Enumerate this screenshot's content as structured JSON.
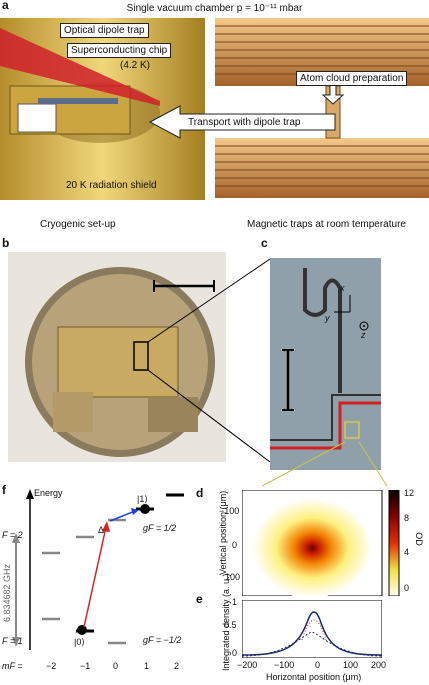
{
  "panels": {
    "a": "a",
    "b": "b",
    "c": "c",
    "d": "d",
    "e": "e",
    "f": "f"
  },
  "a": {
    "vacuum_title": "Single vacuum chamber p = 10⁻¹¹ mbar",
    "dipole_trap": "Optical dipole trap",
    "chip": "Superconducting chip",
    "temperature": "(4.2 K)",
    "atom_prep": "Atom cloud preparation",
    "transport": "Transport with dipole trap",
    "shield": "20 K radiation shield",
    "caption_left": "Cryogenic set-up",
    "caption_right": "Magnetic traps at room temperature"
  },
  "c": {
    "x_axis": "x",
    "y_axis": "y",
    "z_axis": "z"
  },
  "d": {
    "ylabel": "Vertical position (μm)",
    "yticks": [
      "−100",
      "0",
      "100"
    ],
    "colorbar_label": "OD",
    "colorbar_ticks": [
      "12",
      "8",
      "4",
      "0"
    ]
  },
  "e": {
    "ylabel": "Integrated density (a. u.)",
    "yticks": [
      "1",
      "0.5",
      "0"
    ],
    "xticks": [
      "−200",
      "−100",
      "0",
      "100",
      "200"
    ],
    "xlabel": "Horizontal position (μm)"
  },
  "f": {
    "energy": "Energy",
    "F2": "F = 2",
    "F1": "F = 1",
    "freq": "6.834682 GHz",
    "delta": "Δ",
    "ket0": "|0⟩",
    "ket1": "|1⟩",
    "gF_upper": "gF = 1/2",
    "gF_lower": "gF = −1/2",
    "mF": "mF =",
    "mF_values": [
      "−2",
      "−1",
      "0",
      "1",
      "2"
    ]
  },
  "colors": {
    "laser": "#d0202a",
    "copper": "#c8914a",
    "gold": "#d9b94a",
    "transition_red": "#e02020",
    "transition_blue": "#2040e0",
    "profile": "#1a2a6a"
  }
}
